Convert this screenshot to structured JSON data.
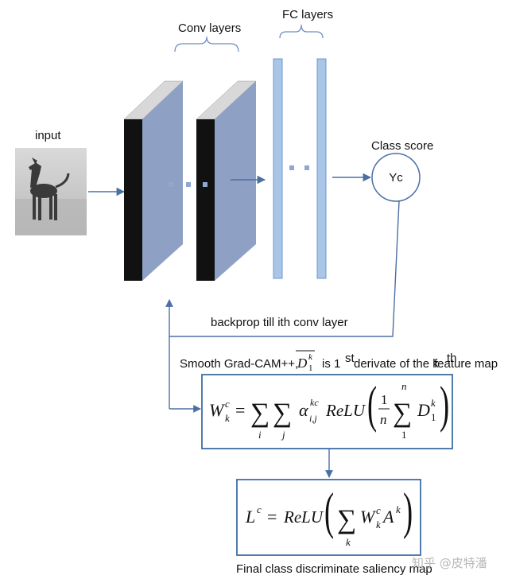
{
  "labels": {
    "conv_layers": "Conv layers",
    "fc_layers": "FC layers",
    "input": "input",
    "class_score": "Class score",
    "yc": "Yc",
    "backprop": "backprop till ith conv layer",
    "caption_prefix": "Smooth Grad-CAM++,",
    "caption_is": "is 1",
    "caption_st": "st",
    "caption_mid": "derivate of the k",
    "caption_th": "th",
    "caption_end": "feature map",
    "final": "Final class discriminate saliency map",
    "watermark": "知乎 @皮特潘"
  },
  "formula1": {
    "W": "W",
    "c": "c",
    "k": "k",
    "eq": "=",
    "sigma": "∑",
    "i": "i",
    "j": "j",
    "alpha": "α",
    "kc": "kc",
    "ij": "i,j",
    "relu": "ReLU",
    "one": "1",
    "n": "n",
    "D": "D",
    "sub1": "1"
  },
  "formula2": {
    "L": "L",
    "c": "c",
    "eq": "=",
    "relu": "ReLU",
    "sigma": "∑",
    "k": "k",
    "W": "W",
    "A": "A"
  },
  "colors": {
    "arrow": "#4a6fa5",
    "box_border": "#3f6ea3",
    "conv_face": "#8ea1c4",
    "conv_side": "#111111",
    "conv_top": "#d8d8d8",
    "fc_bar": "#a9c6e8",
    "fc_border": "#6f97c9",
    "dots": "#8fa8cf"
  }
}
